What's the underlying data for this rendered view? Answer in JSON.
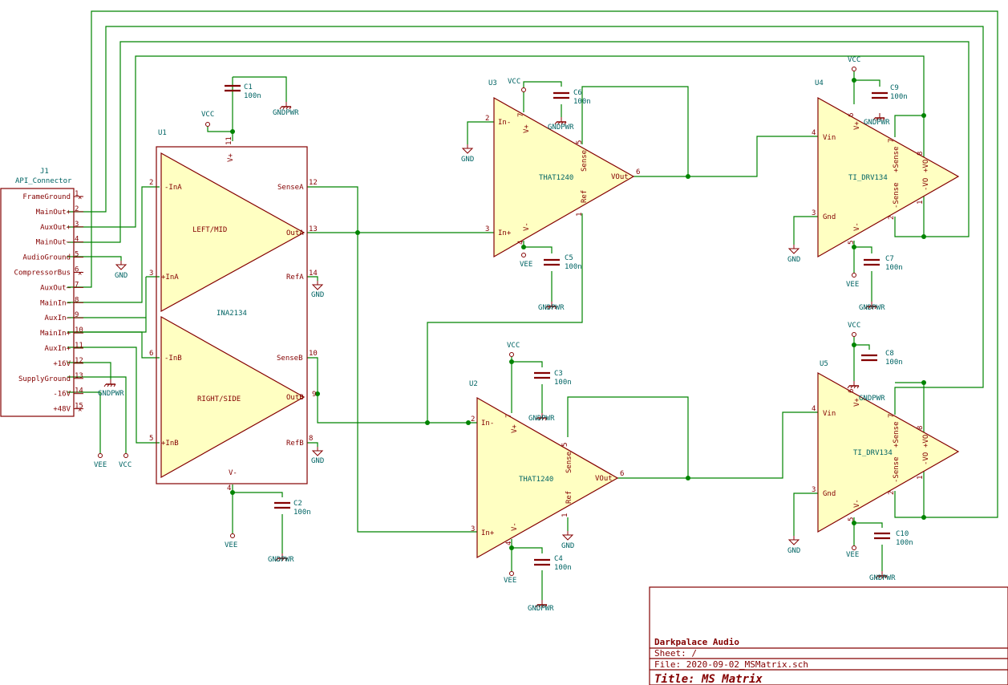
{
  "connector": {
    "ref": "J1",
    "name": "API_Connector",
    "pins": [
      {
        "num": "1",
        "name": "FrameGround"
      },
      {
        "num": "2",
        "name": "MainOut+"
      },
      {
        "num": "3",
        "name": "AuxOut+"
      },
      {
        "num": "4",
        "name": "MainOut–"
      },
      {
        "num": "5",
        "name": "AudioGround"
      },
      {
        "num": "6",
        "name": "CompressorBus"
      },
      {
        "num": "7",
        "name": "AuxOut–"
      },
      {
        "num": "8",
        "name": "MainIn–"
      },
      {
        "num": "9",
        "name": "AuxIn–"
      },
      {
        "num": "10",
        "name": "MainIn+"
      },
      {
        "num": "11",
        "name": "AuxIn+"
      },
      {
        "num": "12",
        "name": "+16V"
      },
      {
        "num": "13",
        "name": "SupplyGround"
      },
      {
        "num": "14",
        "name": "-16V"
      },
      {
        "num": "15",
        "name": "+48V"
      }
    ]
  },
  "u1": {
    "ref": "U1",
    "value": "INA2134",
    "amp_a": "LEFT/MID",
    "amp_b": "RIGHT/SIDE",
    "pins": {
      "ina_minus": "-InA",
      "ina_plus": "+InA",
      "inb_minus": "-InB",
      "inb_plus": "+InB",
      "sensea": "SenseA",
      "outa": "OutA",
      "refa": "RefA",
      "senseb": "SenseB",
      "outb": "OutB",
      "refb": "RefB",
      "vplus": "V+",
      "vminus": "V-"
    },
    "pin_numbers": {
      "ina_minus": "2",
      "ina_plus": "3",
      "inb_minus": "6",
      "inb_plus": "5",
      "sensea": "12",
      "outa": "13",
      "refa": "14",
      "senseb": "10",
      "outb": "9",
      "refb": "8",
      "vplus": "11",
      "vminus": "4"
    }
  },
  "u2": {
    "ref": "U2",
    "value": "THAT1240",
    "in_minus": "In-",
    "in_plus": "In+",
    "vout": "VOut",
    "sense": "Sense",
    "refpin": "Ref",
    "vplus": "V+",
    "vminus": "V-",
    "pin_numbers": {
      "in_minus": "2",
      "in_plus": "3",
      "vout": "6",
      "sense": "5",
      "refpin": "1",
      "vplus": "7",
      "vminus": "4"
    }
  },
  "u3": {
    "ref": "U3",
    "value": "THAT1240",
    "in_minus": "In-",
    "in_plus": "In+",
    "vout": "VOut",
    "sense": "Sense",
    "refpin": "Ref",
    "vplus": "V+",
    "vminus": "V-",
    "pin_numbers": {
      "in_minus": "2",
      "in_plus": "3",
      "vout": "6",
      "sense": "5",
      "refpin": "1",
      "vplus": "7",
      "vminus": "4"
    }
  },
  "u4": {
    "ref": "U4",
    "value": "TI_DRV134",
    "vin": "Vin",
    "gnd": "Gnd",
    "vplus": "V+",
    "vminus": "V-",
    "sense_minus": "-Sense",
    "sense_plus": "+Sense",
    "vo_minus": "-VO",
    "vo_plus": "+VO",
    "pin_numbers": {
      "vin": "4",
      "gnd": "3",
      "vplus": "6",
      "vminus": "5",
      "sense_minus": "2",
      "vo_minus": "1",
      "vo_plus": "8",
      "sense_plus": "7"
    }
  },
  "u5": {
    "ref": "U5",
    "value": "TI_DRV134",
    "vin": "Vin",
    "gnd": "Gnd",
    "vplus": "V+",
    "vminus": "V-",
    "sense_minus": "-Sense",
    "sense_plus": "+Sense",
    "vo_minus": "-VO",
    "vo_plus": "+VO",
    "pin_numbers": {
      "vin": "4",
      "gnd": "3",
      "vplus": "6",
      "vminus": "5",
      "sense_minus": "2",
      "vo_minus": "1",
      "vo_plus": "8",
      "sense_plus": "7"
    }
  },
  "capacitors": [
    {
      "ref": "C1",
      "value": "100n"
    },
    {
      "ref": "C2",
      "value": "100n"
    },
    {
      "ref": "C3",
      "value": "100n"
    },
    {
      "ref": "C4",
      "value": "100n"
    },
    {
      "ref": "C5",
      "value": "100n"
    },
    {
      "ref": "C6",
      "value": "100n"
    },
    {
      "ref": "C7",
      "value": "100n"
    },
    {
      "ref": "C8",
      "value": "100n"
    },
    {
      "ref": "C9",
      "value": "100n"
    },
    {
      "ref": "C10",
      "value": "100n"
    }
  ],
  "power": {
    "vcc": "VCC",
    "vee": "VEE",
    "gnd": "GND",
    "gndpwr": "GNDPWR"
  },
  "title_block": {
    "company": "Darkpalace Audio",
    "sheet": "Sheet: /",
    "file": "File: 2020-09-02_MSMatrix.sch",
    "title": "Title: MS Matrix"
  },
  "colors": {
    "wire": "#008400",
    "body": "#ffffc2",
    "outline": "#840000",
    "field": "#006464"
  }
}
